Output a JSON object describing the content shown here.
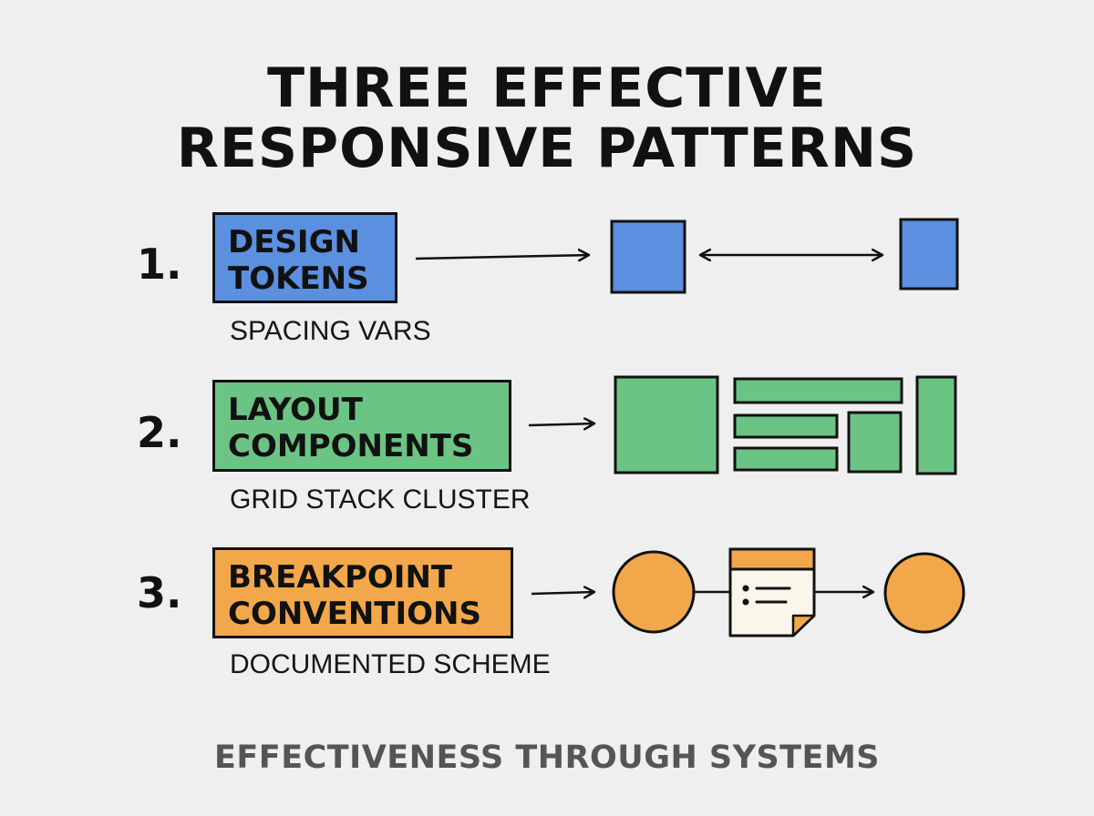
{
  "title": {
    "line1": "THREE EFFECTIVE",
    "line2": "RESPONSIVE PATTERNS"
  },
  "patterns": [
    {
      "number": "1.",
      "label_line1": "DESIGN",
      "label_line2": "TOKENS",
      "subtitle": "SPACING VARS",
      "color": "#5b8fe0"
    },
    {
      "number": "2.",
      "label_line1": "LAYOUT",
      "label_line2": "COMPONENTS",
      "subtitle": "GRID STACK CLUSTER",
      "color": "#6cc484"
    },
    {
      "number": "3.",
      "label_line1": "BREAKPOINT",
      "label_line2": "CONVENTIONS",
      "subtitle": "DOCUMENTED SCHEME",
      "color": "#f2a84a"
    }
  ],
  "footer": "EFFECTIVENESS THROUGH SYSTEMS",
  "colors": {
    "background": "#efefef",
    "ink": "#111111",
    "footer_text": "#555555",
    "note_paper": "#fbf6ea"
  }
}
